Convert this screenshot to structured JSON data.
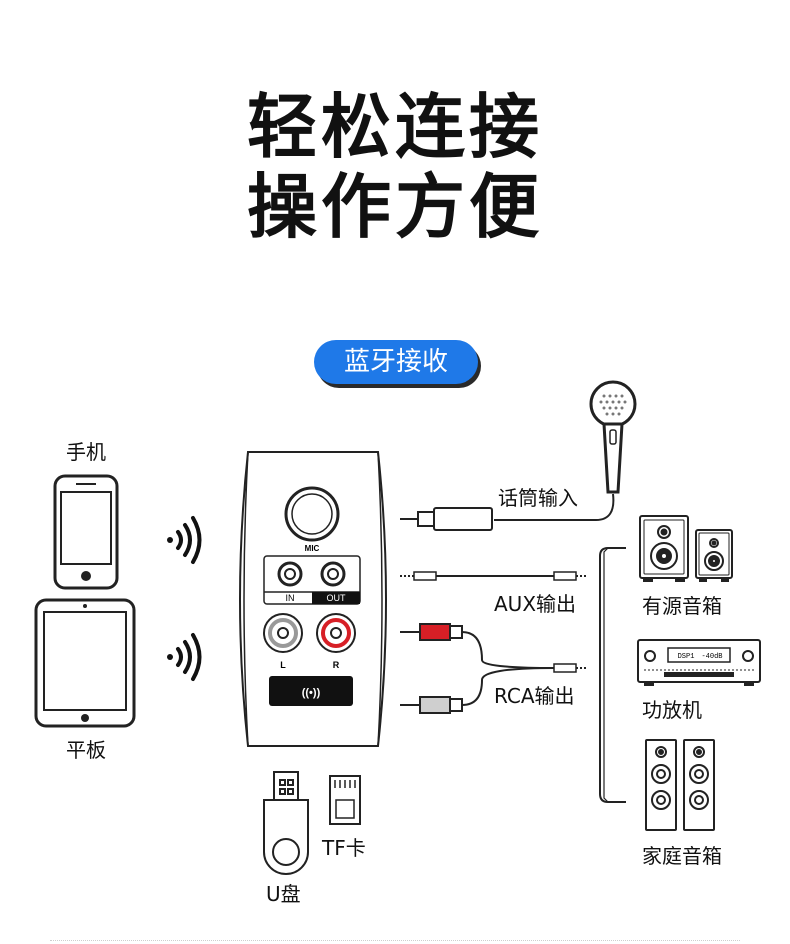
{
  "title": {
    "line1": "轻松连接",
    "line2": "操作方便"
  },
  "mode_badge": "蓝牙接收",
  "sources": {
    "phone": "手机",
    "tablet": "平板"
  },
  "device": {
    "mic_label": "MIC",
    "in_label": "IN",
    "out_label": "OUT",
    "left_label": "L",
    "right_label": "R",
    "bt_button_icon": "((•))"
  },
  "connections": {
    "mic_input": "话筒输入",
    "aux_output": "AUX输出",
    "rca_output": "RCA输出"
  },
  "outputs": {
    "active_speakers": "有源音箱",
    "amplifier": "功放机",
    "home_speakers": "家庭音箱"
  },
  "amp_display": {
    "left": "DSP1",
    "right": "-40dB"
  },
  "storage": {
    "usb": "U盘",
    "tf": "TF卡"
  },
  "colors": {
    "accent": "#1f79e8",
    "rca_red": "#d71f26"
  }
}
